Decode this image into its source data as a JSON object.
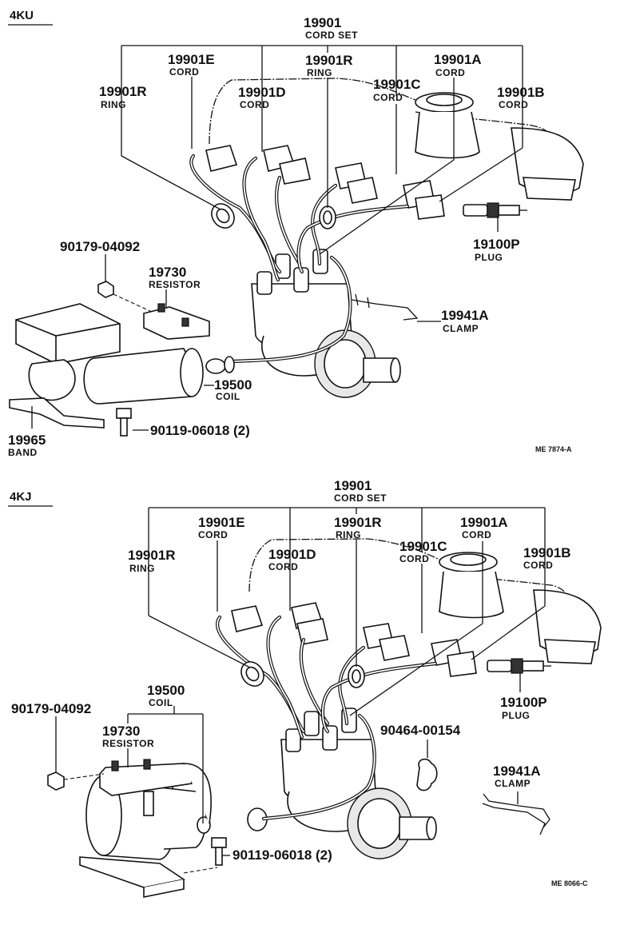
{
  "diagrams": [
    {
      "id": "4KU",
      "section_label": "4KU",
      "reference": "ME 7874-A",
      "callouts": {
        "cord_set": {
          "number": "19901",
          "name": "CORD SET"
        },
        "cord_e": {
          "number": "19901E",
          "name": "CORD"
        },
        "ring_mid": {
          "number": "19901R",
          "name": "RING"
        },
        "cord_a": {
          "number": "19901A",
          "name": "CORD"
        },
        "ring_left": {
          "number": "19901R",
          "name": "RING"
        },
        "cord_d": {
          "number": "19901D",
          "name": "CORD"
        },
        "cord_c": {
          "number": "19901C",
          "name": "CORD"
        },
        "cord_b": {
          "number": "19901B",
          "name": "CORD"
        },
        "nut": {
          "number": "90179-04092",
          "name": ""
        },
        "resistor": {
          "number": "19730",
          "name": "RESISTOR"
        },
        "plug": {
          "number": "19100P",
          "name": "PLUG"
        },
        "clamp": {
          "number": "19941A",
          "name": "CLAMP"
        },
        "coil": {
          "number": "19500",
          "name": "COIL"
        },
        "bolt": {
          "number": "90119-06018 (2)",
          "name": ""
        },
        "band": {
          "number": "19965",
          "name": "BAND"
        }
      }
    },
    {
      "id": "4KJ",
      "section_label": "4KJ",
      "reference": "ME 8066-C",
      "callouts": {
        "cord_set": {
          "number": "19901",
          "name": "CORD SET"
        },
        "cord_e": {
          "number": "19901E",
          "name": "CORD"
        },
        "ring_mid": {
          "number": "19901R",
          "name": "RING"
        },
        "cord_a": {
          "number": "19901A",
          "name": "CORD"
        },
        "ring_left": {
          "number": "19901R",
          "name": "RING"
        },
        "cord_d": {
          "number": "19901D",
          "name": "CORD"
        },
        "cord_c": {
          "number": "19901C",
          "name": "CORD"
        },
        "cord_b": {
          "number": "19901B",
          "name": "CORD"
        },
        "coil": {
          "number": "19500",
          "name": "COIL"
        },
        "nut": {
          "number": "90179-04092",
          "name": ""
        },
        "resistor": {
          "number": "19730",
          "name": "RESISTOR"
        },
        "plug": {
          "number": "19100P",
          "name": "PLUG"
        },
        "clip": {
          "number": "90464-00154",
          "name": ""
        },
        "clamp": {
          "number": "19941A",
          "name": "CLAMP"
        },
        "bolt": {
          "number": "90119-06018 (2)",
          "name": ""
        }
      }
    }
  ]
}
